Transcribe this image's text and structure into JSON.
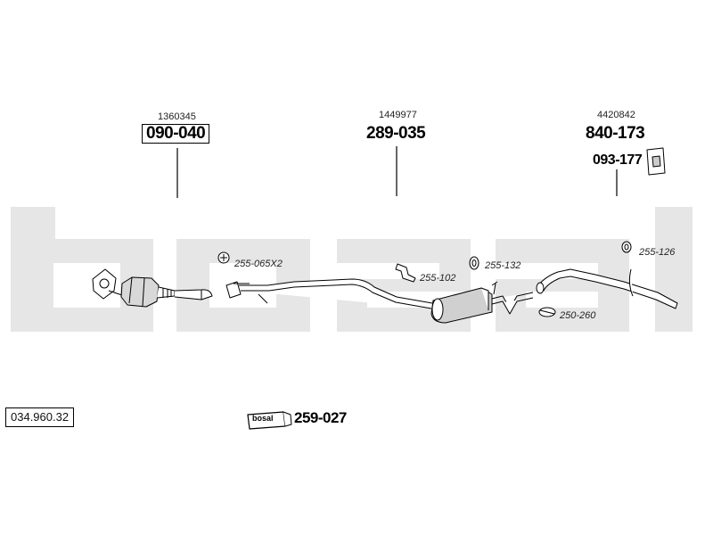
{
  "watermark": {
    "text": "bosal",
    "color": "#e3e3e3"
  },
  "catalog_number": "034.960.32",
  "callouts": [
    {
      "ref": "1360345",
      "part": "090-040",
      "boxed": true
    },
    {
      "ref": "1449977",
      "part": "289-035",
      "boxed": false
    },
    {
      "ref": "4420842",
      "part": "840-173",
      "boxed": false
    }
  ],
  "mounting_kit": {
    "part": "093-177"
  },
  "hardware": [
    {
      "code": "255-065X2",
      "icon": "flange-clamp-icon"
    },
    {
      "code": "255-102",
      "icon": "bracket-icon"
    },
    {
      "code": "255-132",
      "icon": "rubber-ring-icon"
    },
    {
      "code": "255-126",
      "icon": "rubber-ring-icon"
    },
    {
      "code": "250-260",
      "icon": "u-clamp-icon"
    }
  ],
  "assembly_paste": {
    "logo_text": "bosal",
    "part": "259-027"
  }
}
